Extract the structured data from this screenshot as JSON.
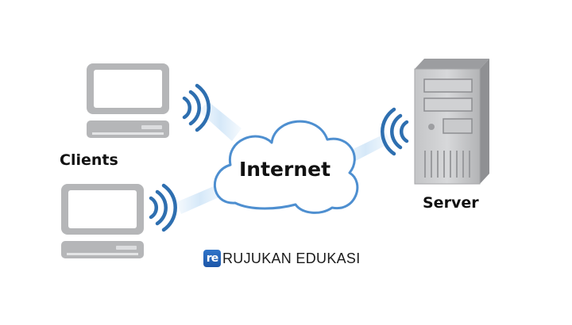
{
  "labels": {
    "clients": "Clients",
    "server": "Server",
    "internet": "Internet"
  },
  "brand": {
    "badge": "re",
    "text": "RUJUKAN EDUKASI"
  },
  "colors": {
    "device_gray": "#b5b6b8",
    "wifi_blue": "#2e6fb0",
    "cloud_stroke": "#4e8fd0",
    "beam": "#d6e9f8"
  },
  "icons": [
    "client-computer-icon",
    "server-tower-icon",
    "cloud-icon",
    "wifi-signal-icon"
  ]
}
